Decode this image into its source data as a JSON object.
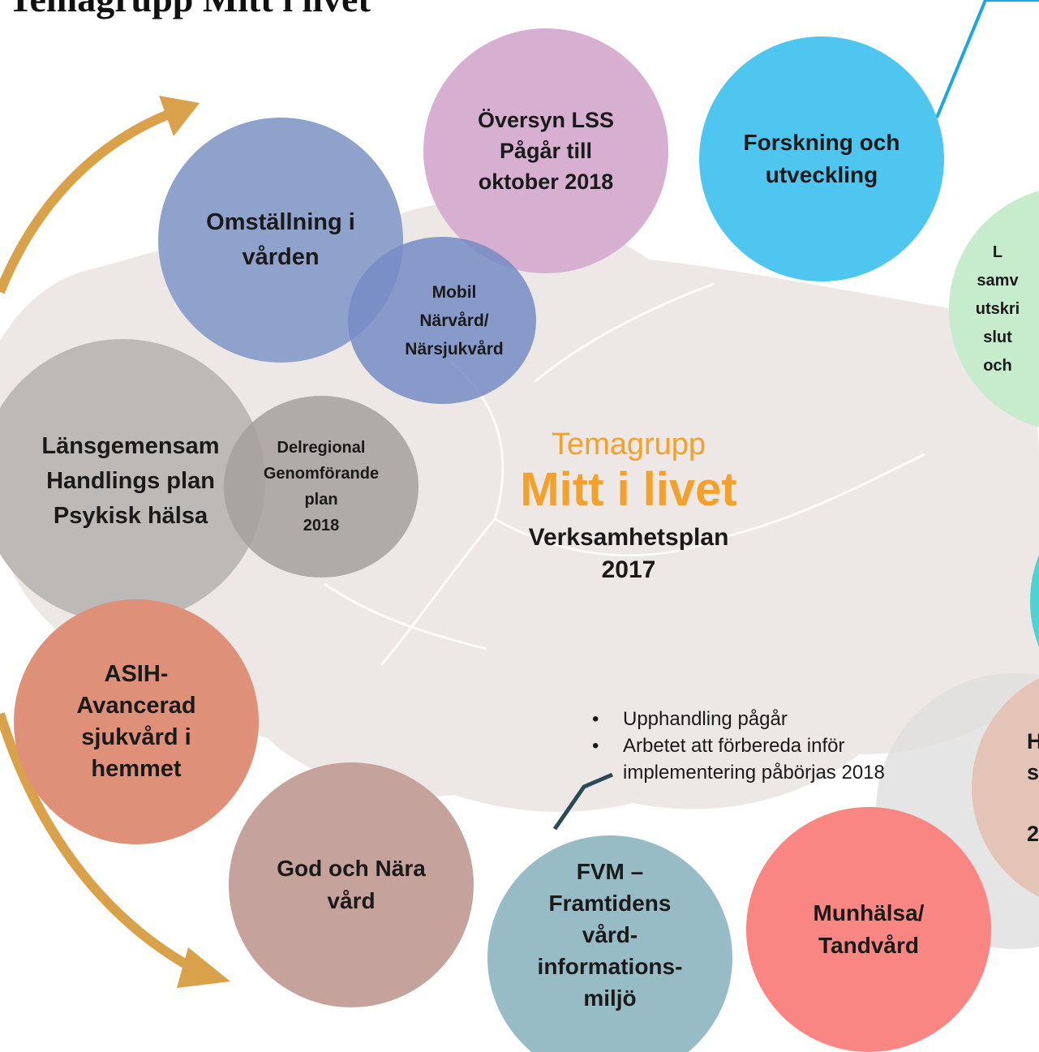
{
  "title": "Temagrupp Mitt i livet",
  "center": {
    "subtitle": "Temagrupp",
    "main": "Mitt i livet",
    "plan_line1": "Verksamhetsplan",
    "plan_line2": "2017"
  },
  "circles": {
    "oversyn_lss": "Översyn LSS\nPågår till\noktober 2018",
    "forskning": "Forskning och\nutveckling",
    "omstallning": "Omställning i\nvården",
    "mobil": "Mobil\nNärvård/\nNärsjukvård",
    "lansgemensam": "Länsgemensam\nHandlings plan\nPsykisk hälsa",
    "delregional": "Delregional\nGenomförande\nplan\n2018",
    "asih": "ASIH-\nAvancerad\nsjukvård i\nhemmet",
    "god_och_nara": "God och Nära\nvård",
    "fvm": "FVM –\nFramtidens\nvård-\ninformations-\nmiljö",
    "munhalsa": "Munhälsa/\nTandvård",
    "right_green": "L\nsamv\nutskri\nslut\noch",
    "right_pink": "H\ns\n\n2"
  },
  "bullets": {
    "item1": "Upphandling pågår",
    "item2_line1": "Arbetet att förbereda inför",
    "item2_line2": "implementering påbörjas 2018"
  },
  "colors": {
    "accent_orange": "#f4a12c",
    "arrow_gold": "#d9a14a",
    "map_gray": "#e9e3e0"
  }
}
